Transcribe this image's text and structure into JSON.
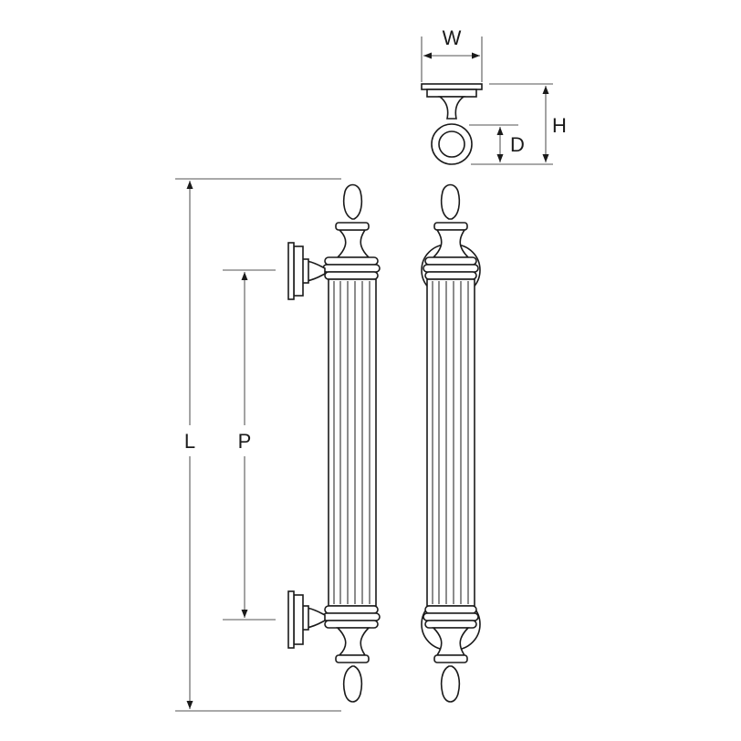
{
  "labels": {
    "length": "L",
    "pitch": "P",
    "width": "W",
    "height": "H",
    "diameter": "D"
  }
}
